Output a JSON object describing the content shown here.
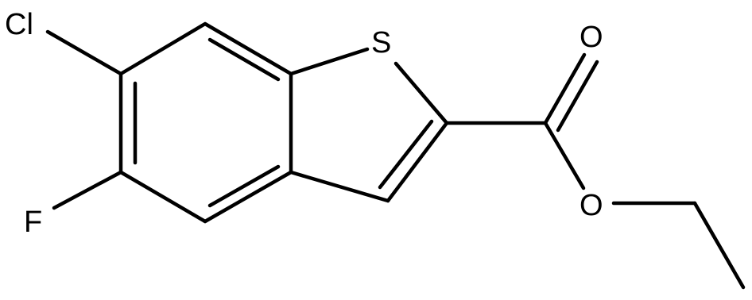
{
  "molecule": {
    "atoms": {
      "chlorine": "Cl",
      "fluorine": "F",
      "sulfur": "S",
      "carbonyl_oxygen": "O",
      "ester_oxygen": "O"
    },
    "colors": {
      "bond": "#000000",
      "label": "#000000",
      "background": "#ffffff"
    }
  }
}
